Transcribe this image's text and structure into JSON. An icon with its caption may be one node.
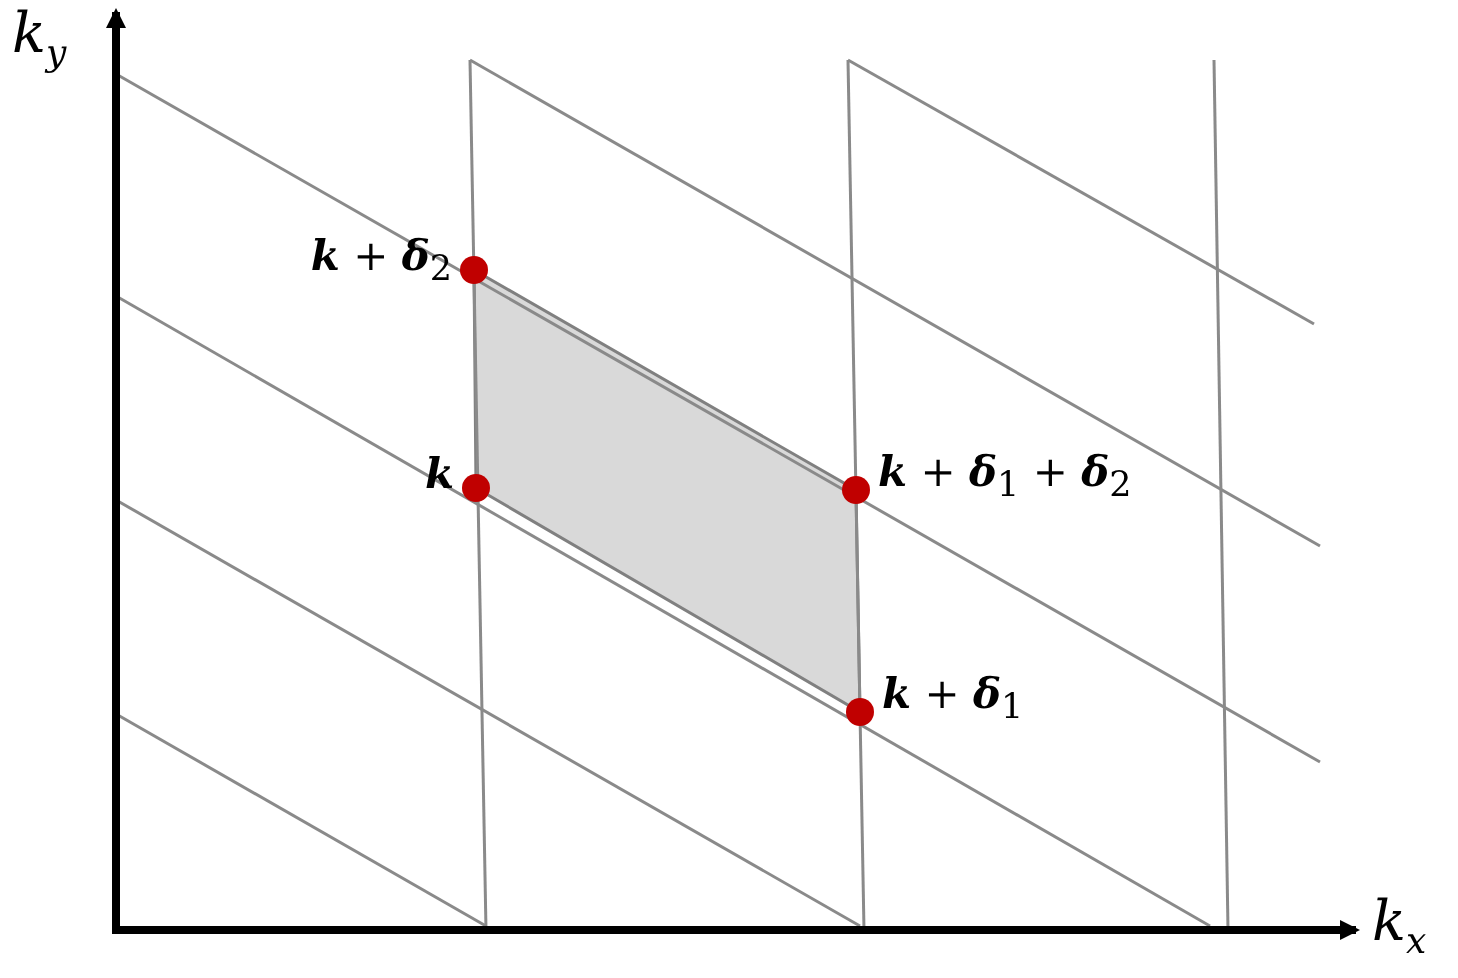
{
  "diagram": {
    "nodes": [
      {
        "text": [],
        "shape": "circle",
        "beside": [
          "**k** + **δ**$_{2}$"
        ]
      },
      {
        "text": [],
        "shape": "circle",
        "beside": [
          "**k**"
        ]
      },
      {
        "text": [],
        "shape": "circle",
        "beside": [
          "**k** + **δ**$_{1}$ + **δ**$_{2}$"
        ]
      },
      {
        "text": [],
        "shape": "circle",
        "beside": [
          "**k** + **δ**$_{1}$"
        ]
      }
    ],
    "labels": [
      "*k*$_{y}$",
      "*k*$_{x}$"
    ]
  }
}
